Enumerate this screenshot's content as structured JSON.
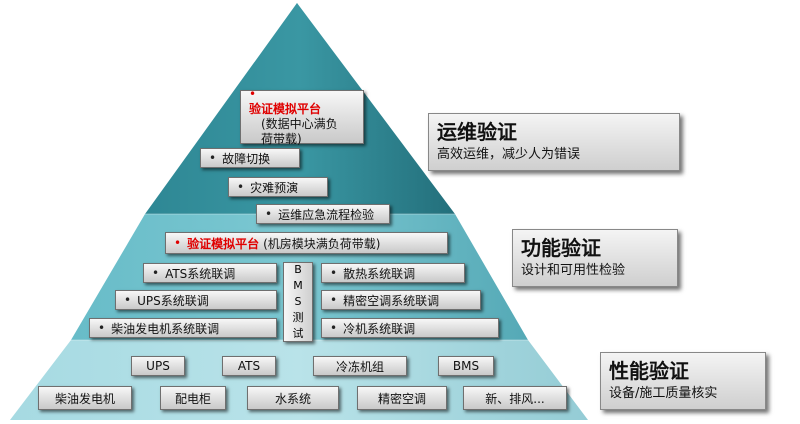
{
  "levels": {
    "top": {
      "title": "运维验证",
      "subtitle": "高效运维，减少人为错误"
    },
    "middle": {
      "title": "功能验证",
      "subtitle": "设计和可用性检验"
    },
    "bottom": {
      "title": "性能验证",
      "subtitle": "设备/施工质量核实"
    }
  },
  "top_items": {
    "simulation_title": "验证模拟平台",
    "simulation_line1": "(数据中心满负",
    "simulation_line2": "荷带载)",
    "fault_switch": "故障切换",
    "disaster_drill": "灾难预演",
    "emergency_check": "运维应急流程检验"
  },
  "middle_items": {
    "simulation_title": "验证模拟平台",
    "simulation_detail": "(机房模块满负荷带载)",
    "ats": "ATS系统联调",
    "ups": "UPS系统联调",
    "diesel": "柴油发电机系统联调",
    "heat": "散热系统联调",
    "precision_ac": "精密空调系统联调",
    "chiller": "冷机系统联调",
    "bms_chars": [
      "B",
      "M",
      "S",
      "测",
      "试"
    ]
  },
  "bottom_items": {
    "row1": [
      "UPS",
      "ATS",
      "冷冻机组",
      "BMS"
    ],
    "row2": [
      "柴油发电机",
      "配电柜",
      "水系统",
      "精密空调",
      "新、排风..."
    ]
  },
  "colors": {
    "top_band": "#2b7f8c",
    "middle_band": "#5fb3c0",
    "bottom_band": "#9fd6de",
    "accent_red": "#e00000"
  }
}
